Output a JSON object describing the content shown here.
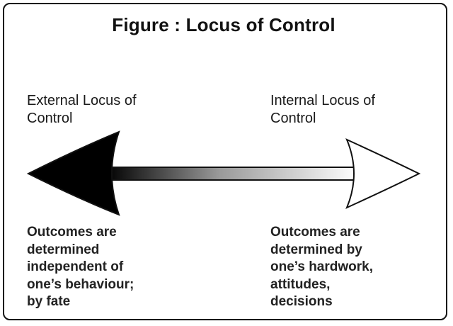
{
  "title": "Figure : Locus of Control",
  "external": {
    "label": "External Locus of\nControl",
    "description": "Outcomes are\ndetermined\nindependent of\none’s behaviour;\nby fate"
  },
  "internal": {
    "label": "Internal Locus of\nControl",
    "description": "Outcomes are\ndetermined by\none’s hardwork,\nattitudes,\ndecisions"
  },
  "colors": {
    "left_head": "#000000",
    "right_head": "#ffffff",
    "outline": "#111111"
  }
}
